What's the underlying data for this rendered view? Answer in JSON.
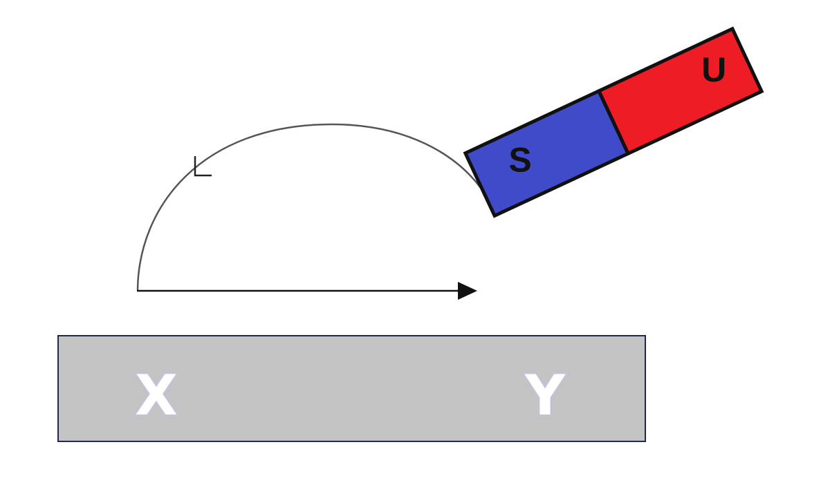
{
  "magnet": {
    "pole_left_label": "S",
    "pole_right_label": "U",
    "pole_left_color": "#3f4bc8",
    "pole_right_color": "#ee1c24"
  },
  "iron_bar": {
    "end_left_label": "X",
    "end_right_label": "Y",
    "fill_color": "#c3c3c3",
    "border_color": "#1e2a4a"
  },
  "stroke_path": {
    "arc_arrow": "arrowhead-open",
    "straight_arrow": "arrowhead-solid"
  }
}
